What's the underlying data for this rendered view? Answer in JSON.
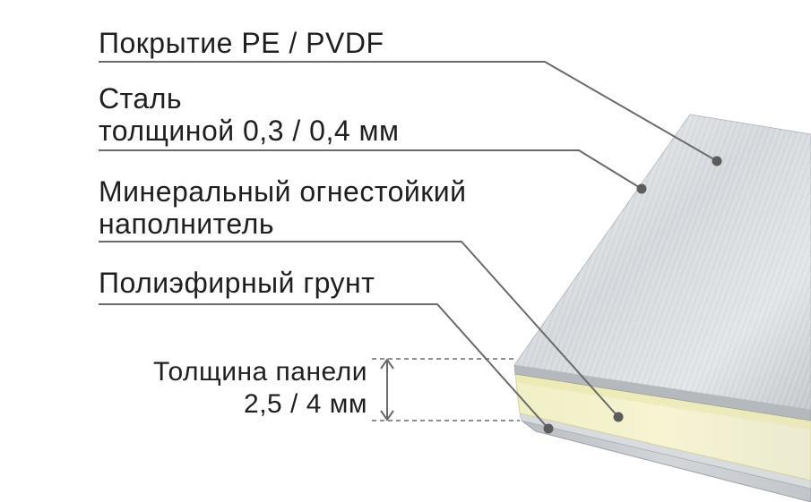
{
  "labels": {
    "coating": "Покрытие PE / PVDF",
    "steel_line1": "Сталь",
    "steel_line2": "толщиной 0,3 / 0,4 мм",
    "filler_line1": "Минеральный огнестойкий",
    "filler_line2": "наполнитель",
    "primer": "Полиэфирный грунт",
    "thickness_line1": "Толщина панели",
    "thickness_line2": "2,5 / 4 мм"
  },
  "colors": {
    "leader_line": "#6a6a6a",
    "metal_light": "#e6e8ea",
    "metal_mid": "#c9cdd1",
    "metal_dark": "#a8adb2",
    "filler": "#f3f1c6",
    "filler_edge": "#d9d59a",
    "text": "#1f1f1f"
  }
}
